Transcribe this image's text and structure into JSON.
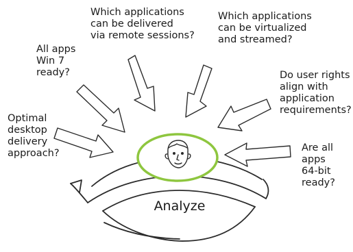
{
  "questions": [
    {
      "lines": [
        "Which applications",
        "can be delivered",
        "via remote sessions?"
      ]
    },
    {
      "lines": [
        "Which applications",
        "can be virtualized",
        "and streamed?"
      ]
    },
    {
      "lines": [
        "All apps",
        "Win 7",
        "ready?"
      ]
    },
    {
      "lines": [
        "Do user rights",
        "align with",
        "application",
        "requirements?"
      ]
    },
    {
      "lines": [
        "Optimal",
        "desktop",
        "delivery",
        "approach?"
      ]
    },
    {
      "lines": [
        "Are all",
        "apps",
        "64-bit",
        "ready?"
      ]
    }
  ],
  "center": {
    "label": "Analyze",
    "icon": "person-face-icon"
  },
  "colors": {
    "ring": "#8ec63f",
    "stroke": "#2b2b2b",
    "text": "#1a1a1a"
  }
}
